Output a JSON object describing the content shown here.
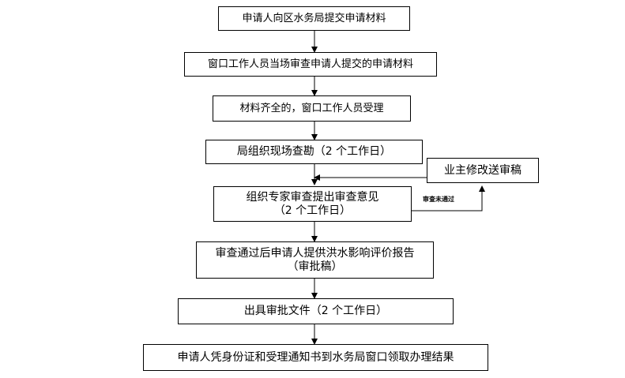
{
  "steps": [
    {
      "text": "申请人向区水务局提交申请材料"
    },
    {
      "text": "窗口工作人员当场审查申请人提交的申请材料"
    },
    {
      "text": "材料齐全的，窗口工作人员受理"
    },
    {
      "text": "局组织现场查勘（2 个工作日）"
    },
    {
      "text": "组织专家审查提出审查意见\n（2 个工作日）"
    },
    {
      "text": "审查通过后申请人提供洪水影响评价报告（审批稿）"
    },
    {
      "text": "出具审批文件（2 个工作日）"
    },
    {
      "text": "申请人凭身份证和受理通知书到水务局窗口领取办理结果"
    }
  ],
  "side_box": {
    "text": "业主修改送审稿"
  },
  "branch_label": "审查未通过"
}
